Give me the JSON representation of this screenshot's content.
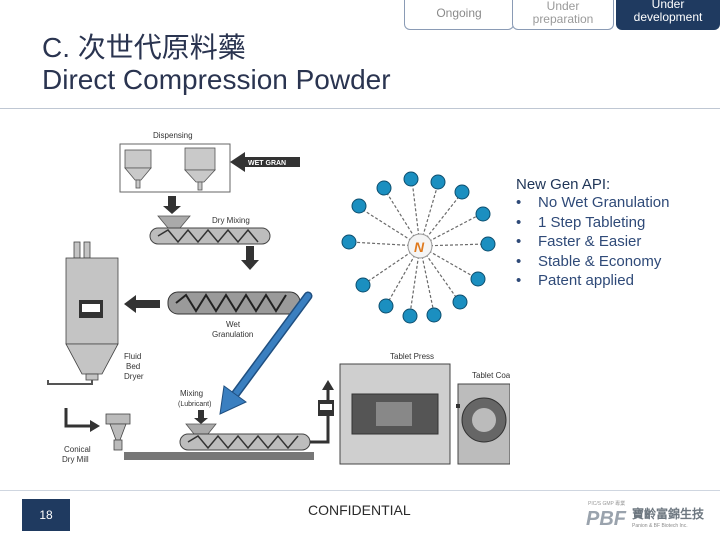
{
  "tabs": {
    "ongoing": "Ongoing",
    "prep_line1": "Under",
    "prep_line2": "preparation",
    "dev_line1": "Under",
    "dev_line2": "development"
  },
  "title": {
    "line1": "C. 次世代原料藥",
    "line2": "Direct Compression Powder"
  },
  "diagram": {
    "dispensing": "Dispensing",
    "wet_gran": "WET GRAN",
    "dry_mixing": "Dry Mixing",
    "wet_granulation_1": "Wet",
    "wet_granulation_2": "Granulation",
    "fluid_bed_1": "Fluid",
    "fluid_bed_2": "Bed",
    "fluid_bed_3": "Dryer",
    "mixing_1": "Mixing",
    "mixing_2": "(Lubricant)",
    "conical_1": "Conical",
    "conical_2": "Dry Mill",
    "tablet_press": "Tablet Press",
    "tablet_coater": "Tablet Coater",
    "center_label": "N"
  },
  "api": {
    "heading": "New Gen API:",
    "bullet": "•",
    "items": [
      "No Wet Granulation",
      "1 Step Tableting",
      "Faster & Easier",
      "Stable & Economy",
      "Patent applied"
    ]
  },
  "footer": {
    "page_number": "18",
    "confidential": "CONFIDENTIAL",
    "logo_small": "PIC/S GMP 專業",
    "logo_main": "PBF",
    "logo_cn": "寶齡富錦生技",
    "logo_sub": "Panion & BF Biotech Inc."
  },
  "colors": {
    "navy": "#1f3a60",
    "sphere": "#1b8fc0",
    "arrow": "#3a7fc0",
    "center": "#e07a1e"
  }
}
